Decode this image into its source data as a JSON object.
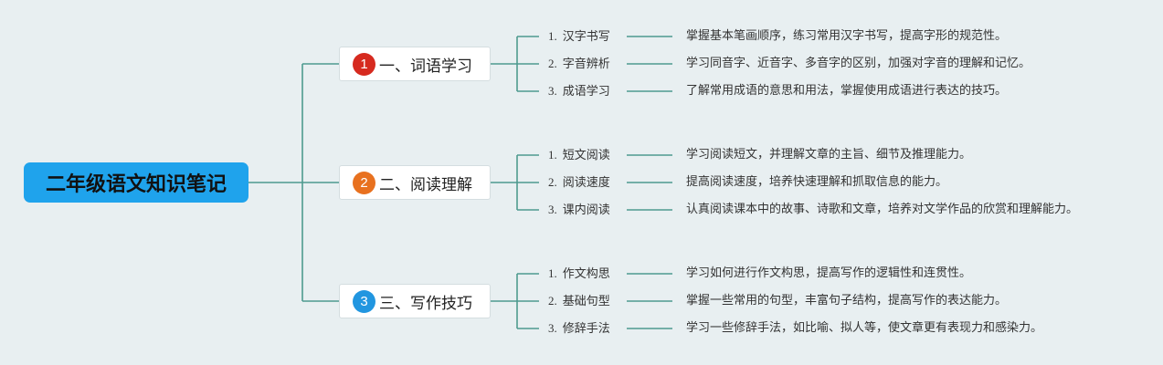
{
  "root": {
    "title": "二年级语文知识笔记",
    "color": "#1fa3ec"
  },
  "line_color": "#4e9a8f",
  "topics": [
    {
      "badge": "1",
      "badge_color": "#d62a1f",
      "label": "一、词语学习",
      "items": [
        {
          "num": "1.",
          "label": "汉字书写",
          "desc": "掌握基本笔画顺序，练习常用汉字书写，提高字形的规范性。"
        },
        {
          "num": "2.",
          "label": "字音辨析",
          "desc": "学习同音字、近音字、多音字的区别，加强对字音的理解和记忆。"
        },
        {
          "num": "3.",
          "label": "成语学习",
          "desc": "了解常用成语的意思和用法，掌握使用成语进行表达的技巧。"
        }
      ]
    },
    {
      "badge": "2",
      "badge_color": "#e8711f",
      "label": "二、阅读理解",
      "items": [
        {
          "num": "1.",
          "label": "短文阅读",
          "desc": "学习阅读短文，并理解文章的主旨、细节及推理能力。"
        },
        {
          "num": "2.",
          "label": "阅读速度",
          "desc": "提高阅读速度，培养快速理解和抓取信息的能力。"
        },
        {
          "num": "3.",
          "label": "课内阅读",
          "desc": "认真阅读课本中的故事、诗歌和文章，培养对文学作品的欣赏和理解能力。"
        }
      ]
    },
    {
      "badge": "3",
      "badge_color": "#2196e0",
      "label": "三、写作技巧",
      "items": [
        {
          "num": "1.",
          "label": "作文构思",
          "desc": "学习如何进行作文构思，提高写作的逻辑性和连贯性。"
        },
        {
          "num": "2.",
          "label": "基础句型",
          "desc": "掌握一些常用的句型，丰富句子结构，提高写作的表达能力。"
        },
        {
          "num": "3.",
          "label": "修辞手法",
          "desc": "学习一些修辞手法，如比喻、拟人等，使文章更有表现力和感染力。"
        }
      ]
    }
  ]
}
